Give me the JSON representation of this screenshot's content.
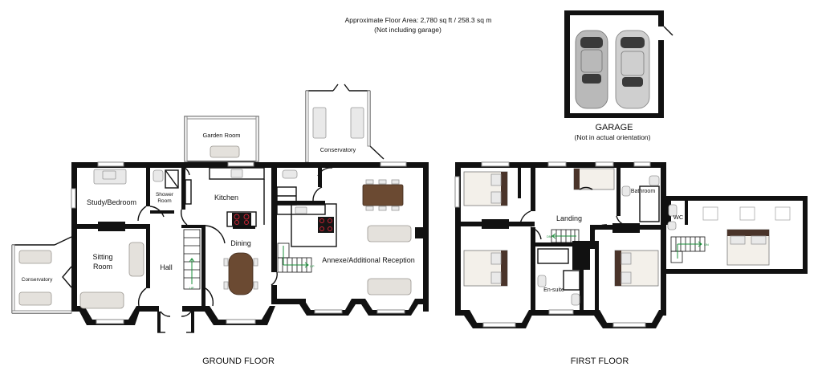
{
  "header": {
    "floor_area": "Approximate Floor Area: 2,780 sq ft / 258.3 sq m",
    "exclusion_note": "(Not including garage)"
  },
  "garage": {
    "title": "GARAGE",
    "note": "(Not in actual orientation)"
  },
  "ground_floor": {
    "title": "GROUND FLOOR",
    "rooms": {
      "garden_room": "Garden Room",
      "conservatory_top": "Conservatory",
      "study": "Study/Bedroom",
      "shower_line1": "Shower",
      "shower_line2": "Room",
      "kitchen": "Kitchen",
      "sitting_line1": "Sitting",
      "sitting_line2": "Room",
      "hall": "Hall",
      "dining": "Dining",
      "annexe": "Annexe/Additional Reception",
      "conservatory_left": "Conservatory"
    },
    "stair_arrows": {
      "hall_up": "UP",
      "annexe_up": "UP"
    }
  },
  "first_floor": {
    "title": "FIRST FLOOR",
    "rooms": {
      "landing": "Landing",
      "bathroom": "Bathroom",
      "wc": "WC",
      "ensuite": "En-suite"
    },
    "stair_arrows": {
      "landing_dn": "DN",
      "annexe_dn": "DN"
    }
  }
}
